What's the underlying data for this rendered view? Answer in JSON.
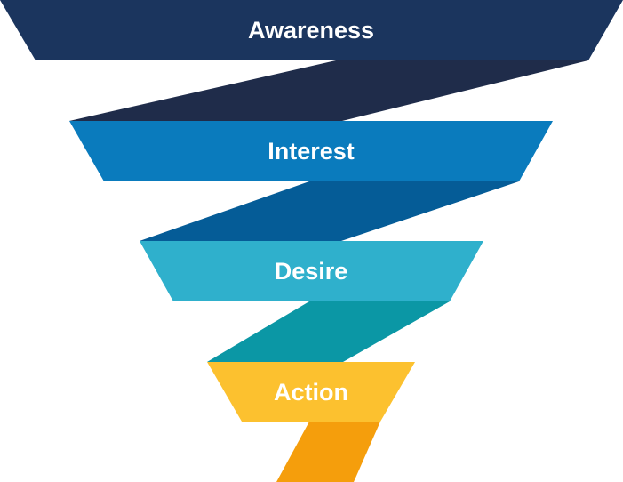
{
  "funnel": {
    "stages": [
      {
        "label": "Awareness",
        "color": "#1b355e",
        "connector_color": "#1f2c4a"
      },
      {
        "label": "Interest",
        "color": "#0a7bbd",
        "connector_color": "#055c97"
      },
      {
        "label": "Desire",
        "color": "#2fb0cc",
        "connector_color": "#0b97a5"
      },
      {
        "label": "Action",
        "color": "#fcc12f",
        "connector_color": "#f59e0c"
      }
    ]
  }
}
